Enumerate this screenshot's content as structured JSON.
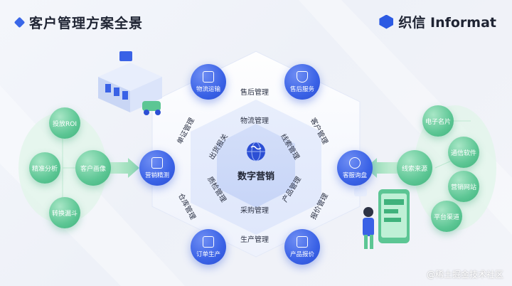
{
  "header": {
    "title": "客户管理方案全景"
  },
  "brand": {
    "name": "织信 Informat"
  },
  "watermark": "@稀土掘金技术社区",
  "center": {
    "label": "数字营销"
  },
  "outer_nodes": [
    {
      "id": "wuliu",
      "label": "物流运输",
      "icon": "truck-icon"
    },
    {
      "id": "shouhou",
      "label": "售后服务",
      "icon": "shield-icon"
    },
    {
      "id": "yingxiao",
      "label": "营销精测",
      "icon": "document-icon"
    },
    {
      "id": "kefu",
      "label": "客服询盘",
      "icon": "headset-icon"
    },
    {
      "id": "dingdan",
      "label": "订单生产",
      "icon": "pen-icon"
    },
    {
      "id": "chanpin",
      "label": "产品报价",
      "icon": "grid-icon"
    }
  ],
  "edge_labels": {
    "top": "售后管理",
    "upper_left": "单证管理",
    "upper_right": "客户管理",
    "lower_left": "仓库管理",
    "lower_right": "报价管理",
    "bottom": "生产管理"
  },
  "inner_labels": {
    "top": "物流管理",
    "upper_left": "出货报关",
    "upper_right": "线索管理",
    "lower_left": "质检管理",
    "lower_right": "产品管理",
    "bottom": "采购管理"
  },
  "left_cluster": {
    "hub": "客户画像",
    "items": [
      "投放ROI",
      "精准分析",
      "转换漏斗"
    ]
  },
  "right_cluster": {
    "hub": "线索来源",
    "items": [
      "电子名片",
      "通信软件",
      "营销网站",
      "平台渠道"
    ]
  },
  "colors": {
    "primary": "#3a62e6",
    "green": "#5cc694"
  }
}
